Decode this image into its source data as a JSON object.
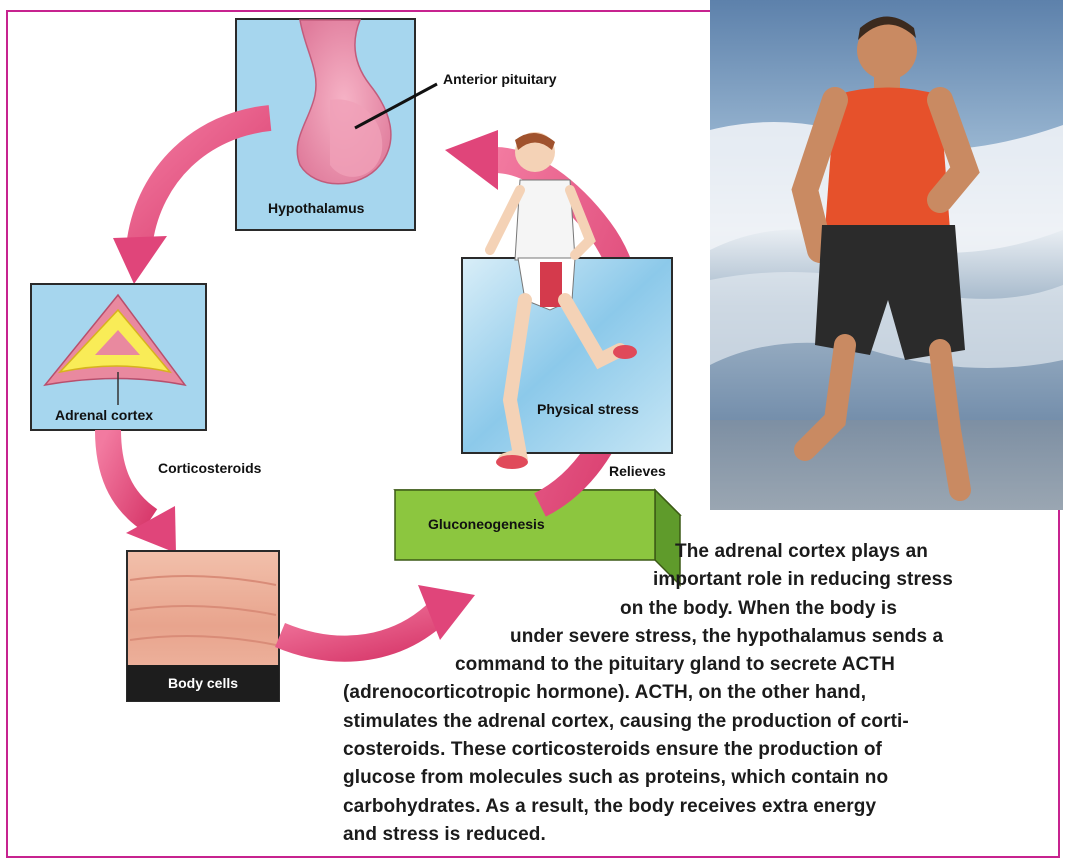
{
  "diagram": {
    "labels": {
      "anterior_pituitary": "Anterior pituitary",
      "hypothalamus": "Hypothalamus",
      "adrenal_cortex": "Adrenal cortex",
      "corticosteroids": "Corticosteroids",
      "body_cells": "Body cells",
      "physical_stress": "Physical stress",
      "relieves": "Relieves",
      "gluconeogenesis": "Gluconeogenesis"
    }
  },
  "paragraph": {
    "lines": [
      "The adrenal cortex plays an",
      "important role in reducing stress",
      "on the body. When the body is",
      "under severe stress, the hypothalamus sends a",
      "command to the pituitary gland to secrete ACTH",
      "(adrenocorticotropic hormone). ACTH, on the other hand,",
      "stimulates the adrenal cortex, causing the production of corti-",
      "costeroids. These corticosteroids ensure the production of",
      "glucose from molecules such as proteins, which contain no",
      "carbohydrates. As a result, the body receives extra energy",
      "and stress is reduced."
    ]
  },
  "colors": {
    "frame": "#c7238f",
    "arrow": "#e0457a",
    "panel_blue": "#a9d8ef",
    "gluconeogenesis_green": "#8cc63f"
  }
}
